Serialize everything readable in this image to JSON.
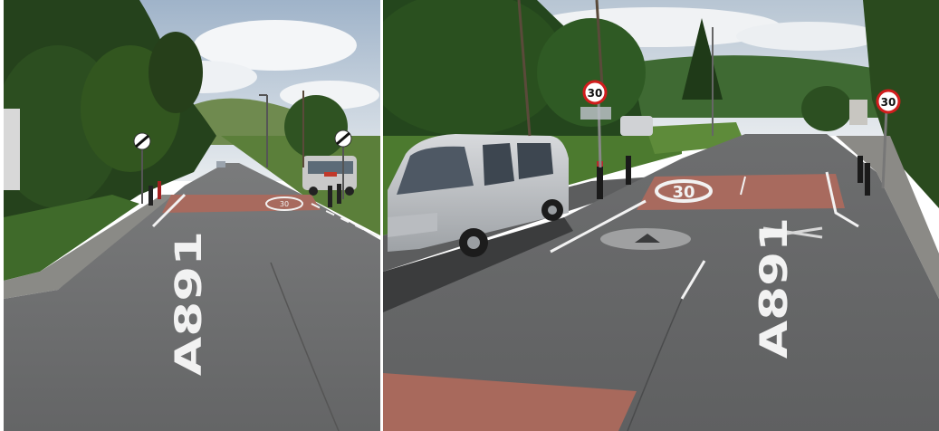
{
  "left_photo": {
    "road_marking_text": "A891",
    "speed_limit_marking": "30"
  },
  "right_photo": {
    "road_marking_text": "A891",
    "speed_limit_marking": "30",
    "speed_limit_sign": "30",
    "speed_limit_sign_right": "30"
  },
  "colors": {
    "sky": "#cfd8e2",
    "asphalt": "#6e6f70",
    "red_surfacing": "#a86a5e",
    "verge_green": "#3f6a2a",
    "tree_dark": "#1f3a18",
    "marking_white": "#f2f2f2",
    "sign_red": "#d11d1d"
  }
}
